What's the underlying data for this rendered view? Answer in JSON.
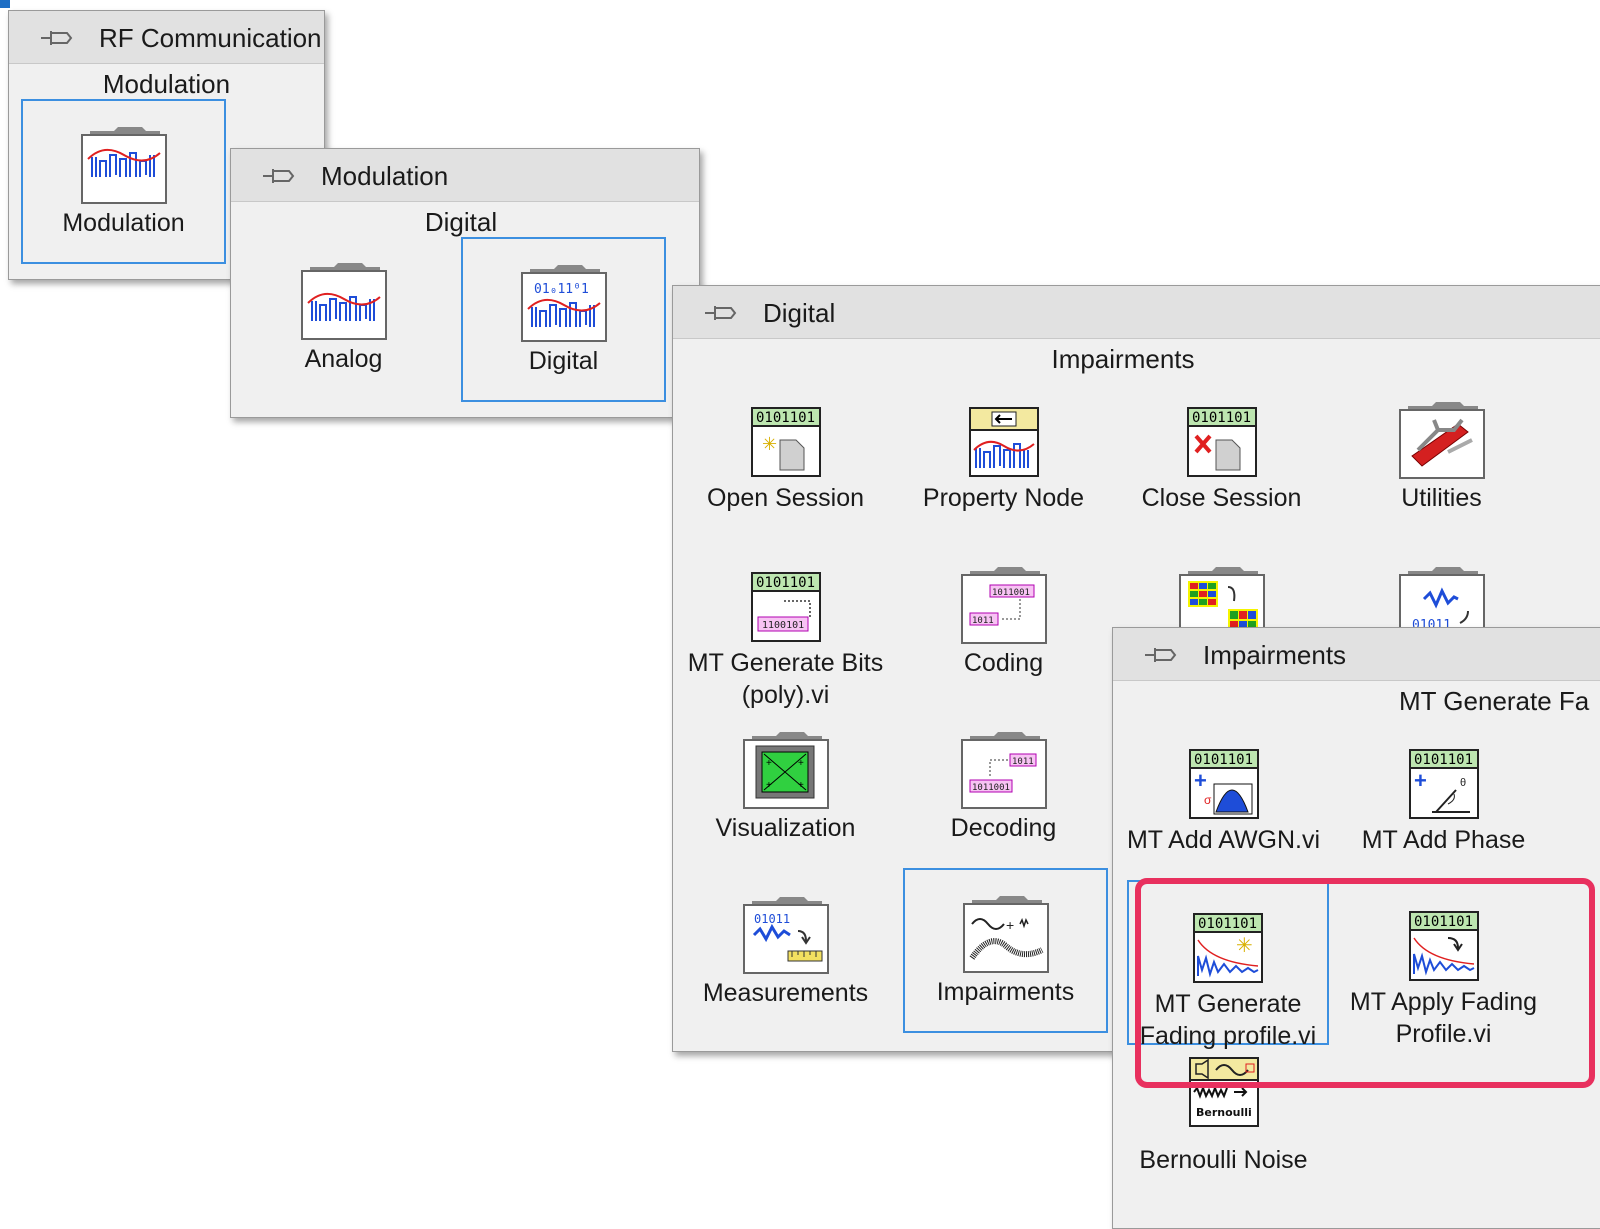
{
  "palettes": {
    "rf": {
      "title": "RF Communication",
      "subtitle": "Modulation",
      "items": [
        {
          "label": "Modulation",
          "icon": "modulation-folder-icon"
        }
      ]
    },
    "modulation": {
      "title": "Modulation",
      "subtitle": "Digital",
      "items": [
        {
          "label": "Analog",
          "icon": "analog-folder-icon"
        },
        {
          "label": "Digital",
          "icon": "digital-folder-icon"
        }
      ]
    },
    "digital": {
      "title": "Digital",
      "subtitle": "Impairments",
      "items": [
        {
          "label": "Open Session",
          "icon": "open-session-icon"
        },
        {
          "label": "Property Node",
          "icon": "property-node-icon"
        },
        {
          "label": "Close Session",
          "icon": "close-session-icon"
        },
        {
          "label": "Utilities",
          "icon": "utilities-folder-icon"
        },
        {
          "label": "MT Generate Bits (poly).vi",
          "icon": "generate-bits-icon"
        },
        {
          "label": "Coding",
          "icon": "coding-folder-icon"
        },
        {
          "label": "",
          "icon": "color-grid-folder-icon"
        },
        {
          "label": "",
          "icon": "waveform-bits-folder-icon"
        },
        {
          "label": "Visualization",
          "icon": "visualization-folder-icon"
        },
        {
          "label": "Decoding",
          "icon": "decoding-folder-icon"
        },
        {
          "label": "Measurements",
          "icon": "measurements-folder-icon"
        },
        {
          "label": "Impairments",
          "icon": "impairments-folder-icon"
        }
      ]
    },
    "impairments": {
      "title": "Impairments",
      "subtitle": "MT Generate Fa",
      "items": [
        {
          "label": "MT Add AWGN.vi",
          "icon": "add-awgn-icon"
        },
        {
          "label": "MT Add Phase Noise.vi",
          "icon": "add-phase-noise-icon"
        },
        {
          "label": "MT Generate Fading profile.vi",
          "icon": "generate-fading-profile-icon"
        },
        {
          "label": "MT Apply Fading Profile.vi",
          "icon": "apply-fading-profile-icon"
        },
        {
          "label": "Bernoulli Noise",
          "icon": "bernoulli-noise-icon"
        }
      ],
      "bernoulli_icon_text": "Bernoulli",
      "bits_text": "0101101"
    }
  },
  "colors": {
    "selection": "#3c8fe0",
    "highlight": "#e8305e"
  }
}
